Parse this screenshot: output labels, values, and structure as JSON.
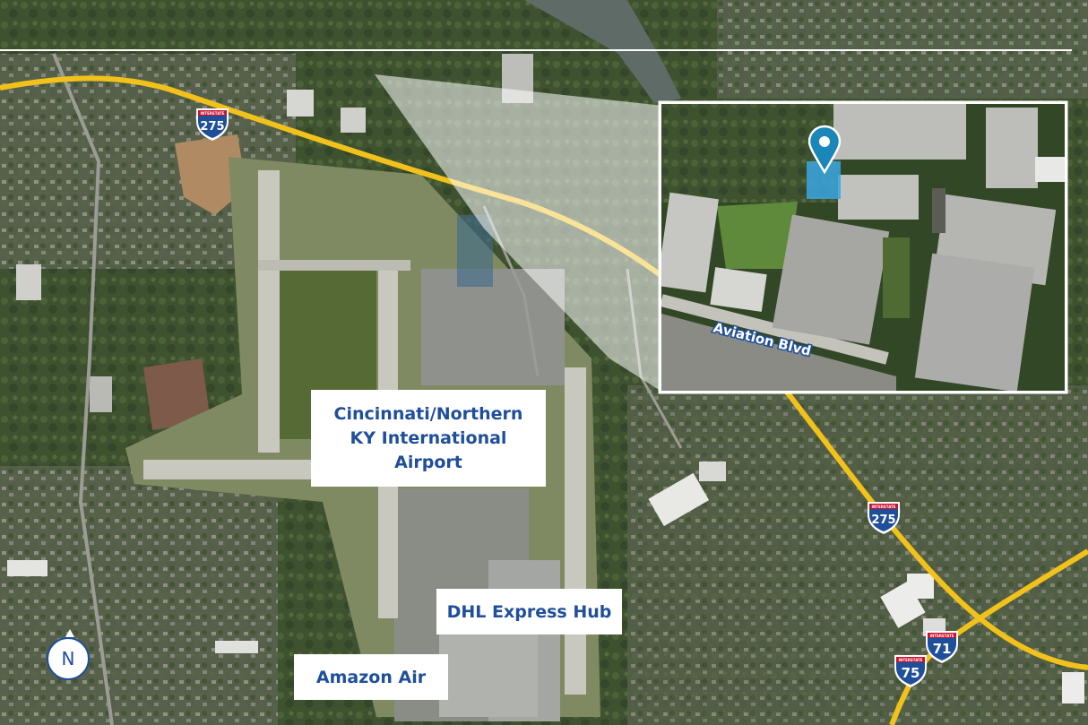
{
  "map": {
    "labels": {
      "airport": "Cincinnati/Northern KY International Airport",
      "dhl": "DHL Express Hub",
      "amazon": "Amazon Air",
      "road": "Aviation Blvd"
    },
    "shields": [
      {
        "id": "i275-west",
        "word": "INTERSTATE",
        "number": "275"
      },
      {
        "id": "i275-east",
        "word": "INTERSTATE",
        "number": "275"
      },
      {
        "id": "i71",
        "word": "INTERSTATE",
        "number": "71"
      },
      {
        "id": "i75",
        "word": "INTERSTATE",
        "number": "75"
      }
    ],
    "north_arrow": "N",
    "icons": {
      "property_marker": "map-pin-icon"
    },
    "colors": {
      "label_text": "#1f4e9a",
      "label_bg": "#ffffff",
      "highway": "#f2c21b",
      "shield_blue": "#1f4e9a",
      "shield_red": "#c8102e",
      "highlight_parcel": "#3aa6e0",
      "pin": "#1a87b8"
    }
  }
}
